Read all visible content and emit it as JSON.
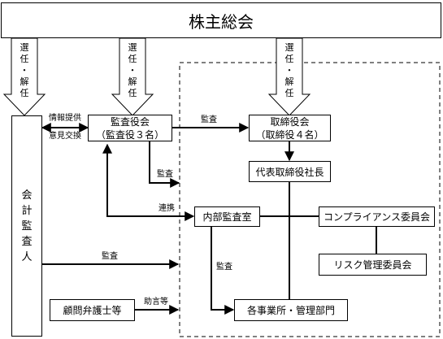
{
  "shareholders_meeting": "株主総会",
  "election_dismissal_label": [
    "選",
    "任",
    "・",
    "解",
    "任"
  ],
  "accounting_auditor": [
    "会",
    "計",
    "監",
    "査",
    "人"
  ],
  "audit_board": {
    "line1": "監査役会",
    "line2": "（監査役３名）"
  },
  "board_of_directors": {
    "line1": "取締役会",
    "line2": "（取締役４名）"
  },
  "president": "代表取締役社長",
  "internal_audit_office": "内部監査室",
  "compliance_committee": "コンプライアンス委員会",
  "risk_management_committee": "リスク管理委員会",
  "business_offices": "各事業所・管理部門",
  "legal_advisors": "顧問弁護士等",
  "labels": {
    "info_provision": "情報提供",
    "opinion_exchange": "意見交換",
    "audit_top": "監査",
    "audit_mid": "監査",
    "audit_accounting": "監査",
    "audit_internal": "監査",
    "cooperation": "連携",
    "advice": "助言等"
  }
}
